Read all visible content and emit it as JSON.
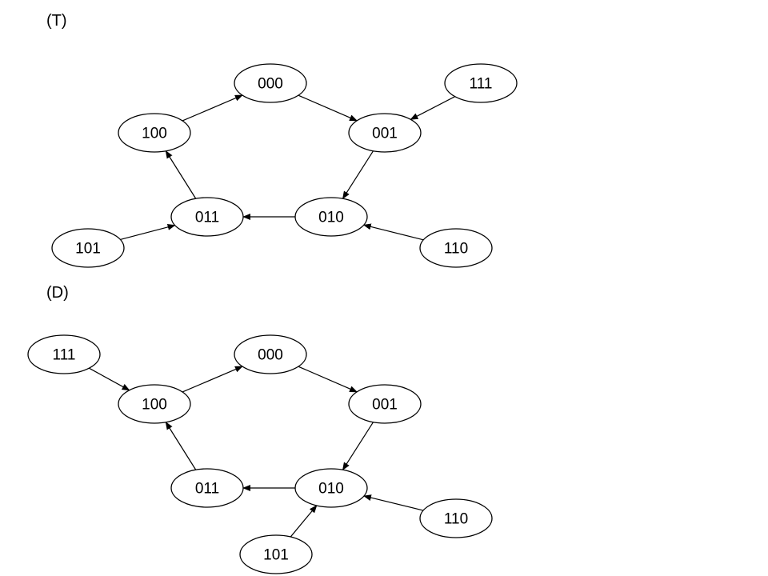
{
  "diagrams": [
    {
      "id": "T",
      "label": "(T)",
      "nodes": [
        {
          "id": "000",
          "label": "000"
        },
        {
          "id": "111",
          "label": "111"
        },
        {
          "id": "100",
          "label": "100"
        },
        {
          "id": "001",
          "label": "001"
        },
        {
          "id": "011",
          "label": "011"
        },
        {
          "id": "010",
          "label": "010"
        },
        {
          "id": "101",
          "label": "101"
        },
        {
          "id": "110",
          "label": "110"
        }
      ],
      "edges": [
        {
          "from": "100",
          "to": "000"
        },
        {
          "from": "000",
          "to": "001"
        },
        {
          "from": "111",
          "to": "001"
        },
        {
          "from": "001",
          "to": "010"
        },
        {
          "from": "010",
          "to": "011"
        },
        {
          "from": "011",
          "to": "100"
        },
        {
          "from": "101",
          "to": "011"
        },
        {
          "from": "110",
          "to": "010"
        }
      ]
    },
    {
      "id": "D",
      "label": "(D)",
      "nodes": [
        {
          "id": "111",
          "label": "111"
        },
        {
          "id": "000",
          "label": "000"
        },
        {
          "id": "100",
          "label": "100"
        },
        {
          "id": "001",
          "label": "001"
        },
        {
          "id": "011",
          "label": "011"
        },
        {
          "id": "010",
          "label": "010"
        },
        {
          "id": "110",
          "label": "110"
        },
        {
          "id": "101",
          "label": "101"
        }
      ],
      "edges": [
        {
          "from": "111",
          "to": "100"
        },
        {
          "from": "100",
          "to": "000"
        },
        {
          "from": "000",
          "to": "001"
        },
        {
          "from": "001",
          "to": "010"
        },
        {
          "from": "010",
          "to": "011"
        },
        {
          "from": "011",
          "to": "100"
        },
        {
          "from": "110",
          "to": "010"
        },
        {
          "from": "101",
          "to": "010"
        }
      ]
    }
  ]
}
